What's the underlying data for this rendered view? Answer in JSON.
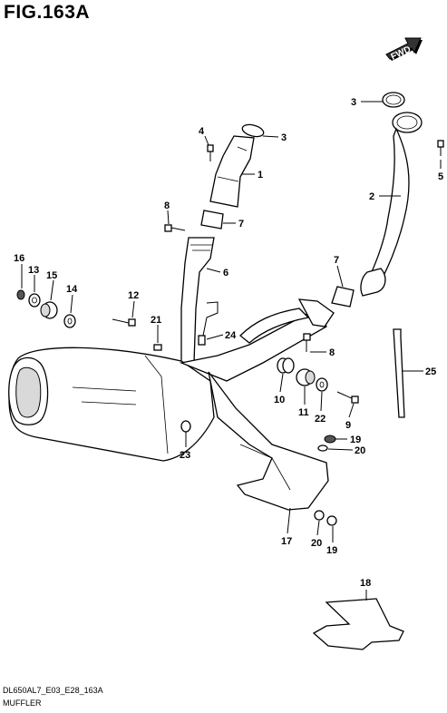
{
  "header": {
    "figure_title": "FIG.163A"
  },
  "fwd_label": "FWD",
  "footer": {
    "model_code": "DL650AL7_E03_E28_163A",
    "section_name": "MUFFLER"
  },
  "callouts": [
    {
      "id": "c3a",
      "label": "3"
    },
    {
      "id": "c3b",
      "label": "3"
    },
    {
      "id": "c4",
      "label": "4"
    },
    {
      "id": "c5",
      "label": "5"
    },
    {
      "id": "c1",
      "label": "1"
    },
    {
      "id": "c2",
      "label": "2"
    },
    {
      "id": "c8a",
      "label": "8"
    },
    {
      "id": "c7a",
      "label": "7"
    },
    {
      "id": "c7b",
      "label": "7"
    },
    {
      "id": "c6",
      "label": "6"
    },
    {
      "id": "c16",
      "label": "16"
    },
    {
      "id": "c13",
      "label": "13"
    },
    {
      "id": "c15",
      "label": "15"
    },
    {
      "id": "c14",
      "label": "14"
    },
    {
      "id": "c12",
      "label": "12"
    },
    {
      "id": "c21",
      "label": "21"
    },
    {
      "id": "c24",
      "label": "24"
    },
    {
      "id": "c8b",
      "label": "8"
    },
    {
      "id": "c25",
      "label": "25"
    },
    {
      "id": "c10",
      "label": "10"
    },
    {
      "id": "c11",
      "label": "11"
    },
    {
      "id": "c22",
      "label": "22"
    },
    {
      "id": "c9",
      "label": "9"
    },
    {
      "id": "c19a",
      "label": "19"
    },
    {
      "id": "c20a",
      "label": "20"
    },
    {
      "id": "c23",
      "label": "23"
    },
    {
      "id": "c17",
      "label": "17"
    },
    {
      "id": "c20b",
      "label": "20"
    },
    {
      "id": "c19b",
      "label": "19"
    },
    {
      "id": "c18",
      "label": "18"
    }
  ]
}
